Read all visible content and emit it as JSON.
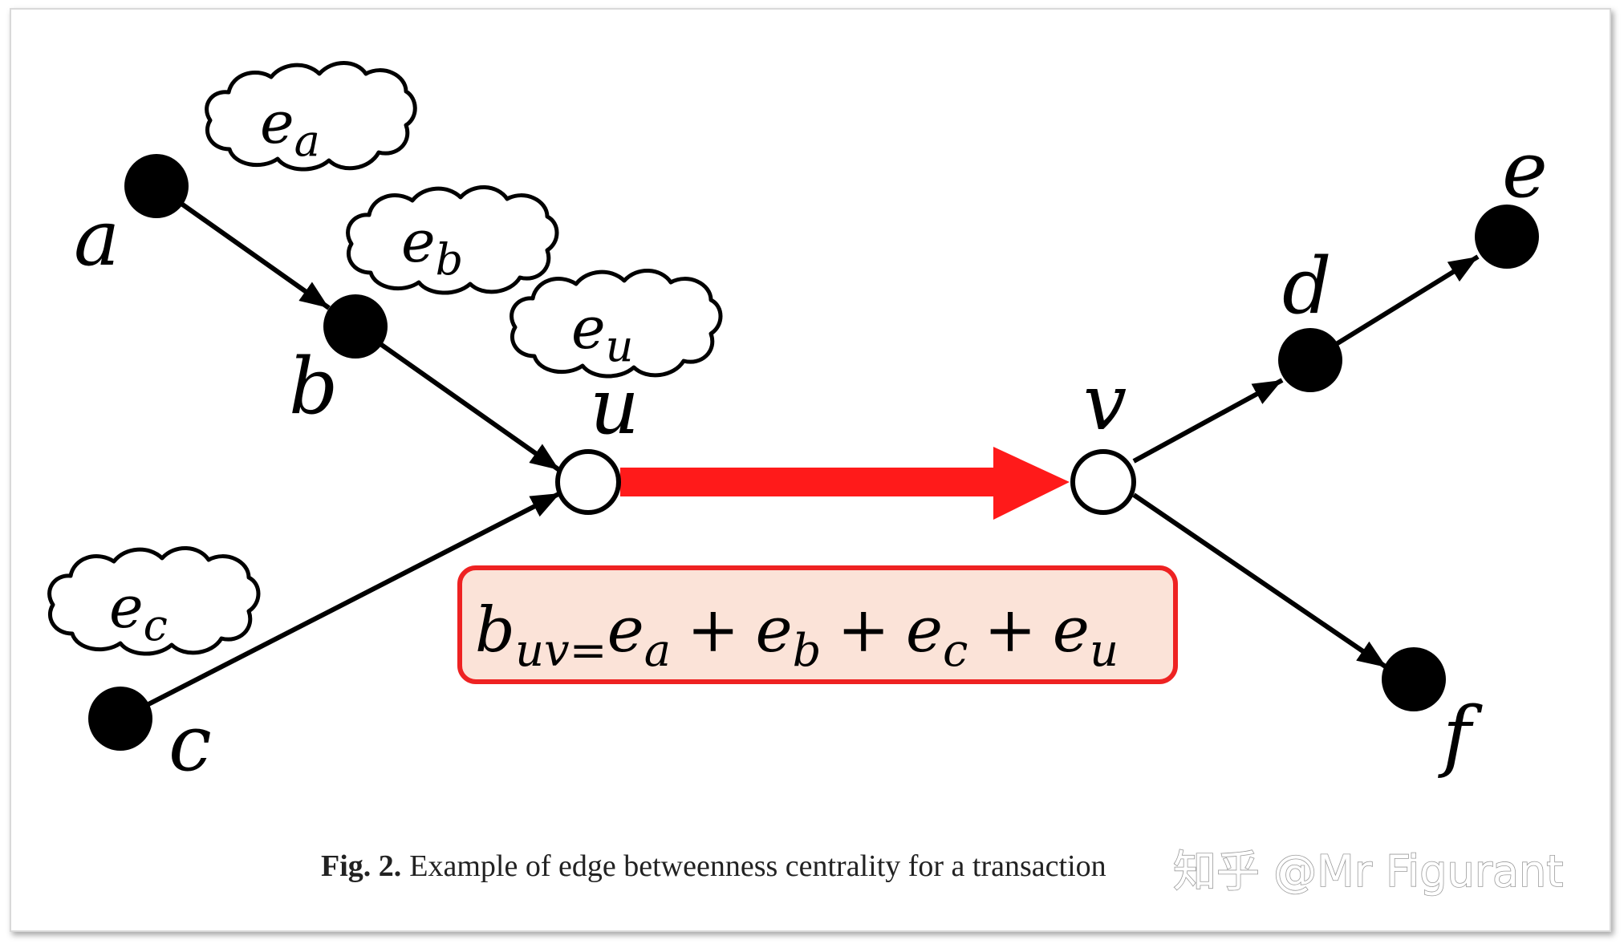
{
  "nodes": {
    "a": {
      "label": "a"
    },
    "b": {
      "label": "b"
    },
    "c": {
      "label": "c"
    },
    "u": {
      "label": "u"
    },
    "v": {
      "label": "v"
    },
    "d": {
      "label": "d"
    },
    "e": {
      "label": "e"
    },
    "f": {
      "label": "f"
    }
  },
  "clouds": {
    "ea": {
      "base": "e",
      "sub": "a"
    },
    "eb": {
      "base": "e",
      "sub": "b"
    },
    "eu": {
      "base": "e",
      "sub": "u"
    },
    "ec": {
      "base": "e",
      "sub": "c"
    }
  },
  "formula": {
    "lhs_base": "b",
    "lhs_sub": "uv=",
    "terms": [
      {
        "base": "e",
        "sub": "a"
      },
      {
        "base": "e",
        "sub": "b"
      },
      {
        "base": "e",
        "sub": "c"
      },
      {
        "base": "e",
        "sub": "u"
      }
    ],
    "operator": "+"
  },
  "caption": {
    "label": "Fig. 2.",
    "text": "Example of edge betweenness centrality for a transaction"
  },
  "watermark": {
    "text": "知乎 @Mr Figurant"
  },
  "colors": {
    "highlight_edge": "#ff1a1a",
    "formula_border": "#ee2222",
    "formula_fill": "#fbe3d8",
    "node_fill": "#000000",
    "hollow_node_fill": "#ffffff"
  }
}
